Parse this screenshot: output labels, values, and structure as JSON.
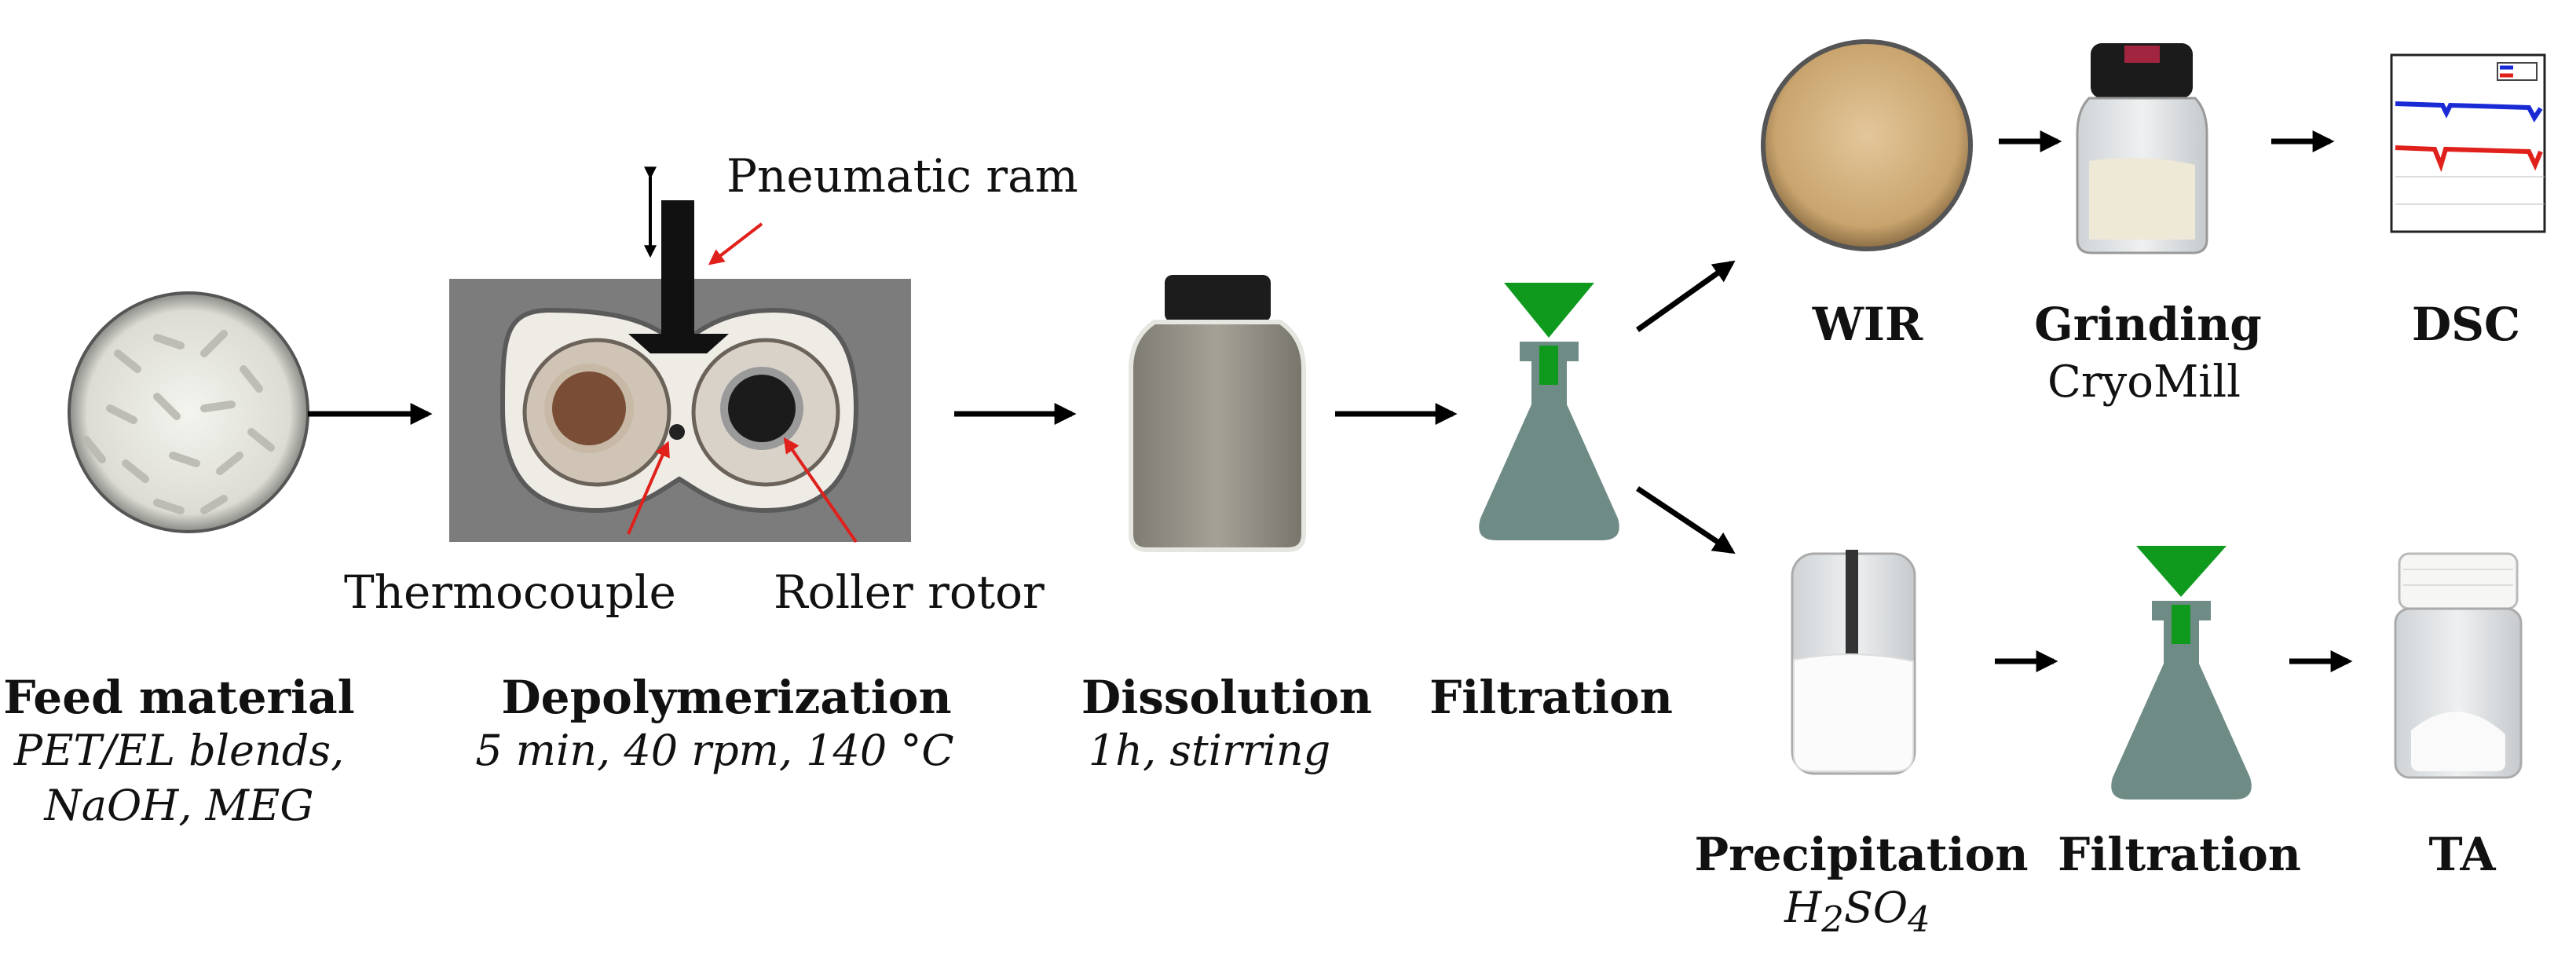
{
  "stages": {
    "feed": {
      "title": "Feed material",
      "line1": "PET/EL blends,",
      "line2": "NaOH, MEG"
    },
    "depoly": {
      "title": "Depolymerization",
      "conditions": "5 min, 40 rpm, 140 °C"
    },
    "dissolution": {
      "title": "Dissolution",
      "conditions": "1h, stirring"
    },
    "filtration1": {
      "title": "Filtration"
    },
    "wir": {
      "title": "WIR"
    },
    "grinding": {
      "title": "Grinding",
      "device": "CryoMill"
    },
    "dsc": {
      "title": "DSC"
    },
    "precipitation": {
      "title": "Precipitation",
      "reagent_main": "H",
      "reagent_sub1": "2",
      "reagent_mid": "SO",
      "reagent_sub2": "4"
    },
    "filtration2": {
      "title": "Filtration"
    },
    "ta": {
      "title": "TA"
    }
  },
  "callouts": {
    "ram": "Pneumatic ram",
    "thermocouple": "Thermocouple",
    "rotor": "Roller rotor"
  },
  "colors": {
    "flask": "#6f8b86",
    "funnel": "#0f9a1e",
    "mixer_plate": "#7c7c7c",
    "callout_arrow": "#e0201b",
    "dsc_blue": "#1a2bd6",
    "dsc_red": "#e0201b"
  }
}
